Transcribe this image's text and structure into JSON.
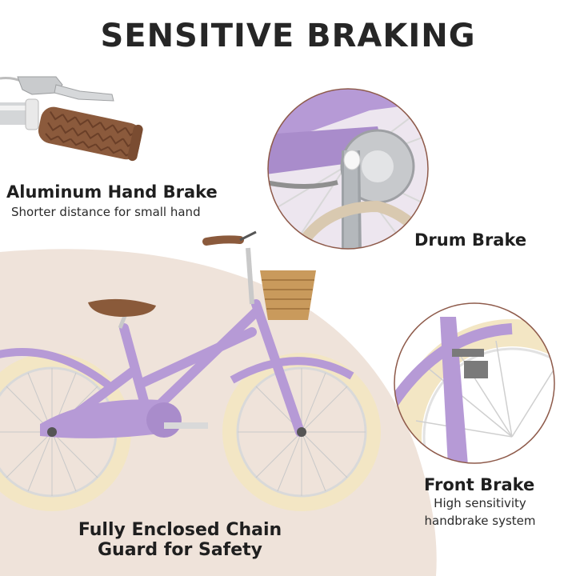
{
  "title": "SENSITIVE BRAKING",
  "features": {
    "hand_brake": {
      "title": "Aluminum Hand Brake",
      "subtitle": "Shorter distance for small hand"
    },
    "drum_brake": {
      "title": "Drum Brake"
    },
    "front_brake": {
      "title": "Front Brake",
      "subtitle_line1": "High sensitivity",
      "subtitle_line2": "handbrake system"
    },
    "chain_guard": {
      "title_line1": "Fully Enclosed Chain",
      "title_line2": "Guard for Safety"
    }
  },
  "colors": {
    "background": "#ffffff",
    "beige_arc": "#efe3da",
    "frame_purple": "#b69ad6",
    "tire_cream": "#f3e6c4",
    "saddle_brown": "#8a5a3a",
    "basket_tan": "#c99a5c",
    "callout_ring": "#8e5a4a"
  }
}
